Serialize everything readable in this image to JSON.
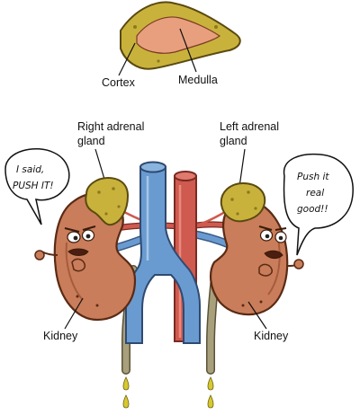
{
  "labels": {
    "cortex": "Cortex",
    "medulla": "Medulla",
    "right_adrenal_line1": "Right adrenal",
    "right_adrenal_line2": "gland",
    "left_adrenal_line1": "Left adrenal",
    "left_adrenal_line2": "gland",
    "kidney_left": "Kidney",
    "kidney_right": "Kidney"
  },
  "speech": {
    "left_line1": "I said,",
    "left_line2": "PUSH IT!",
    "right_line1": "Push it",
    "right_line2": "real",
    "right_line3": "good!!"
  },
  "colors": {
    "adrenal": "#c9b23c",
    "adrenal_dark": "#8c7a1e",
    "medulla": "#e89f7e",
    "kidney": "#c97d5a",
    "kidney_dark": "#8a4a2c",
    "vein": "#6a9bd0",
    "artery": "#cf5a4f",
    "ureter": "#a8a07c",
    "urine": "#d8c830"
  }
}
